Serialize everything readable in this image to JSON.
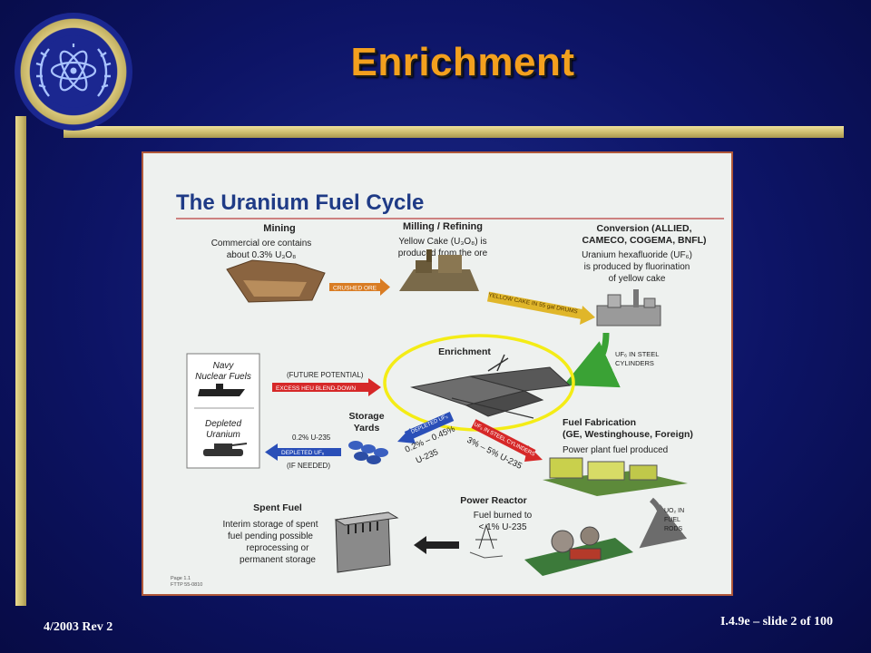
{
  "slide": {
    "title": "Enrichment",
    "footer_left": "4/2003 Rev 2",
    "footer_right": "I.4.9e – slide 2 of 100"
  },
  "diagram": {
    "heading": "The Uranium Fuel Cycle",
    "mining": {
      "title": "Mining",
      "line1": "Commercial ore contains",
      "line2": "about 0.3% U₃O₈"
    },
    "milling": {
      "title": "Milling / Refining",
      "line1": "Yellow Cake (U₃O₈) is",
      "line2": "produced from the ore"
    },
    "conversion": {
      "title1": "Conversion (ALLIED,",
      "title2": "CAMECO, COGEMA, BNFL)",
      "line1": "Uranium hexafluoride (UF₆)",
      "line2": "is produced by fluorination",
      "line3": "of yellow cake"
    },
    "arrow_crushed_ore": "CRUSHED ORE",
    "arrow_yellow_cake": "YELLOW CAKE IN 55 gal DRUMS",
    "uf6_cyl1": "UF₆ IN STEEL",
    "uf6_cyl2": "CYLINDERS",
    "enrichment_label": "Enrichment",
    "navy1": "Navy",
    "navy2": "Nuclear Fuels",
    "depleted_u1": "Depleted",
    "depleted_u2": "Uranium",
    "future_potential": "(FUTURE POTENTIAL)",
    "excess_heu": "EXCESS HEU BLEND-DOWN",
    "storage1": "Storage",
    "storage2": "Yards",
    "u235_02": "0.2% U-235",
    "depleted_uf6": "DEPLETED UF₆",
    "if_needed": "(IF NEEDED)",
    "depleted_band": "DEPLETED UF₆",
    "depleted_pct1": "0.2% – 0.45%",
    "depleted_pct2": "U-235",
    "enriched_band": "UF₆ IN STEEL CYLINDERS",
    "enriched_pct1": "3% – 5% U-235",
    "fab1": "Fuel Fabrication",
    "fab2": "(GE, Westinghouse, Foreign)",
    "fab3": "Power plant fuel produced",
    "reactor1": "Power Reactor",
    "reactor2": "Fuel burned to",
    "reactor3": "< 1% U-235",
    "uo2_1": "UO₂ IN",
    "uo2_2": "FUEL",
    "uo2_3": "RODS",
    "spent_title": "Spent Fuel",
    "spent1": "Interim storage of spent",
    "spent2": "fuel pending possible",
    "spent3": "reprocessing or",
    "spent4": "permanent storage",
    "page_ref1": "Page 1.1",
    "page_ref2": "FTTP 55-0810"
  }
}
